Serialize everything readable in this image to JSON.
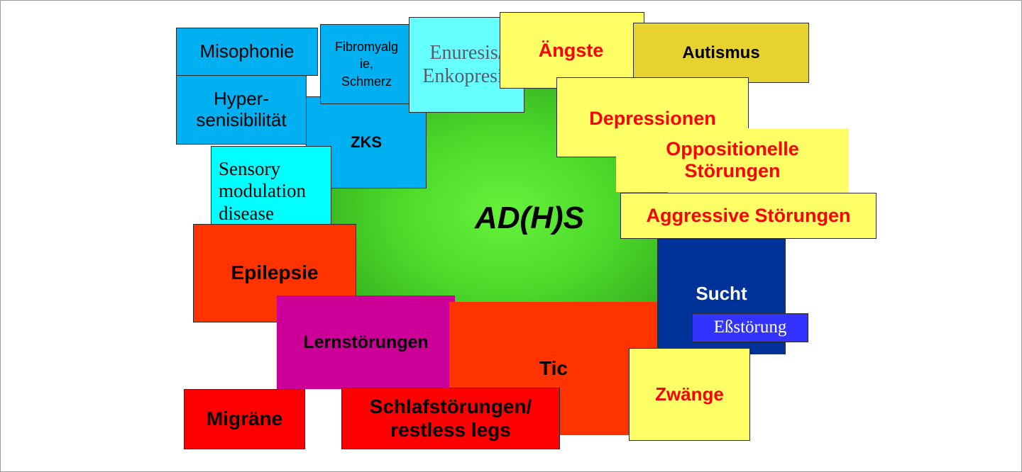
{
  "diagram": {
    "center": {
      "label": "AD(H)S",
      "color": "#5ce436"
    },
    "boxes": [
      {
        "id": "zks",
        "label": "ZKS",
        "fill": "#00b0f0",
        "text_color": "#000000"
      },
      {
        "id": "misophonie",
        "label": "Misophonie",
        "fill": "#00b0f0",
        "text_color": "#000000"
      },
      {
        "id": "fibromyalgie",
        "label": "Fibromyalg\nie,\nSchmerz",
        "fill": "#00b0f0",
        "text_color": "#000000"
      },
      {
        "id": "enuresis",
        "label": "Enuresis/\nEnkopresis",
        "fill": "#66ffff",
        "text_color": "#5a5a6a"
      },
      {
        "id": "hypersensibilitaet",
        "label": "Hyper-\nsenisibilität",
        "fill": "#00b0f0",
        "text_color": "#000000"
      },
      {
        "id": "sensory",
        "label": "Sensory\nmodulation\ndisease",
        "fill": "#00ffff",
        "text_color": "#000000"
      },
      {
        "id": "aengste",
        "label": "Ängste",
        "fill": "#ffff66",
        "text_color": "#ff0000"
      },
      {
        "id": "autismus",
        "label": "Autismus",
        "fill": "#e6d230",
        "text_color": "#000000"
      },
      {
        "id": "depressionen",
        "label": "Depressionen",
        "fill": "#ffff66",
        "text_color": "#ff0000"
      },
      {
        "id": "oppositionelle",
        "label": "Oppositionelle\nStörungen",
        "fill": "#ffff66",
        "text_color": "#ff0000"
      },
      {
        "id": "aggressive",
        "label": "Aggressive Störungen",
        "fill": "#ffff66",
        "text_color": "#ff0000"
      },
      {
        "id": "epilepsie",
        "label": "Epilepsie",
        "fill": "#ff3300",
        "text_color": "#000000"
      },
      {
        "id": "lernstoerungen",
        "label": "Lernstörungen",
        "fill": "#cc0099",
        "text_color": "#000000"
      },
      {
        "id": "tic",
        "label": "Tic",
        "fill": "#ff3300",
        "text_color": "#000000"
      },
      {
        "id": "sucht",
        "label": "Sucht",
        "fill": "#003399",
        "text_color": "#ffffff"
      },
      {
        "id": "essstoerung",
        "label": "Eßstörung",
        "fill": "#3333ff",
        "text_color": "#ffffff"
      },
      {
        "id": "zwaenge",
        "label": "Zwänge",
        "fill": "#ffff66",
        "text_color": "#ff0000"
      },
      {
        "id": "migraene",
        "label": "Migräne",
        "fill": "#ff0000",
        "text_color": "#000000"
      },
      {
        "id": "schlafstoerungen",
        "label": "Schlafstörungen/\nrestless legs",
        "fill": "#ff0000",
        "text_color": "#000000"
      }
    ]
  }
}
